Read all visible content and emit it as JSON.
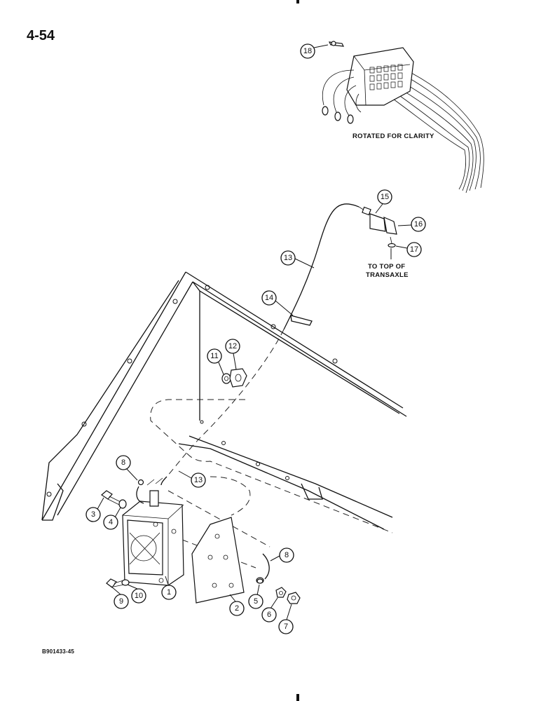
{
  "page_number": "4-54",
  "figure_code": "B901433-45",
  "notes": {
    "rotated": "ROTATED FOR CLARITY",
    "transaxle_line1": "TO TOP OF",
    "transaxle_line2": "TRANSAXLE"
  },
  "callouts": [
    "1",
    "2",
    "3",
    "4",
    "5",
    "6",
    "7",
    "8",
    "8",
    "9",
    "10",
    "11",
    "12",
    "13",
    "13",
    "14",
    "15",
    "16",
    "17",
    "18"
  ]
}
